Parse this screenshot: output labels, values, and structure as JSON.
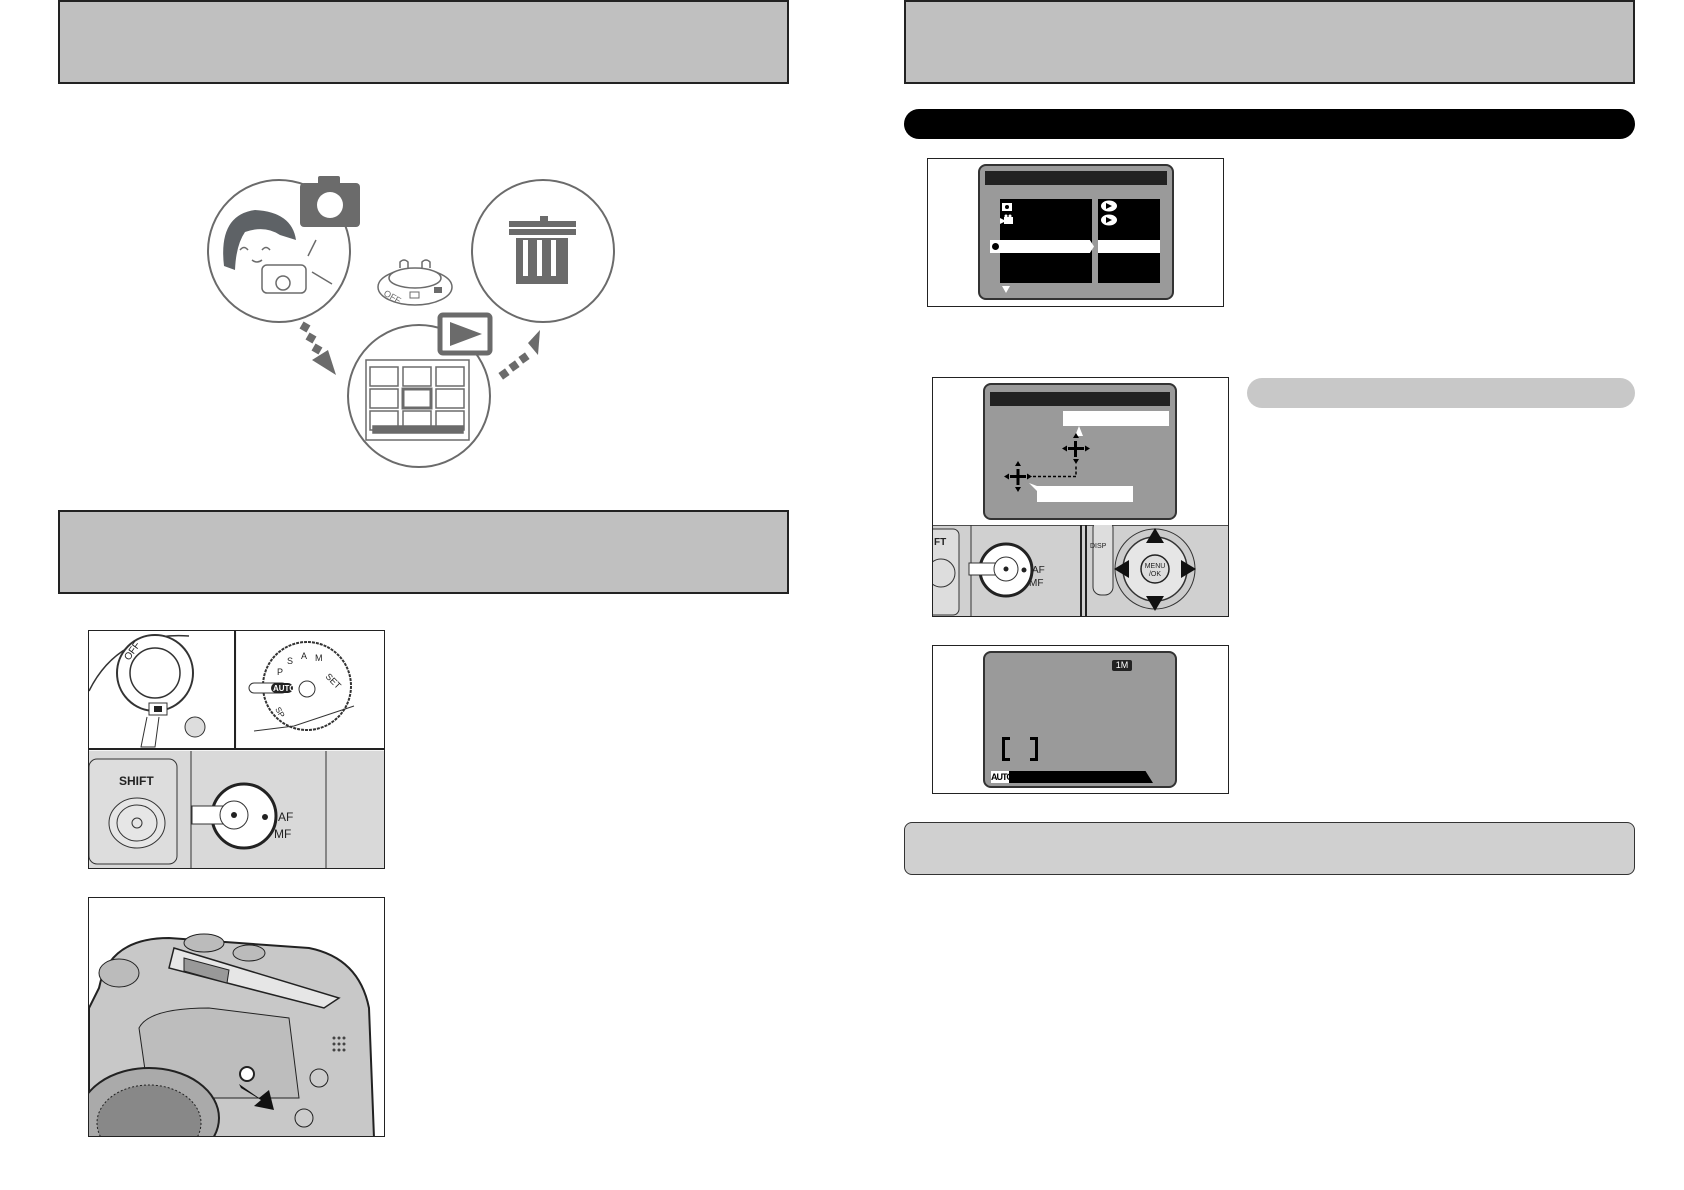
{
  "colors": {
    "header_bg": "#c0c0c0",
    "lcd_bg": "#9a9a9a",
    "illustration_gray": "#6b6b6b",
    "pill_black": "#000000",
    "pill_gray": "#c8c8c8",
    "note_bg": "#d0d0d0"
  },
  "diagram": {
    "icons": [
      "camera-icon",
      "trash-icon",
      "playback-icon",
      "mode-switch-icon"
    ],
    "switch_labels": {
      "off": "OFF"
    }
  },
  "photo_mode_dial": {
    "power_switch_label": "OFF",
    "dial_labels": {
      "auto": "AUTO",
      "set": "SET",
      "p": "P",
      "s": "S",
      "a": "A",
      "m": "M",
      "sp": "SP"
    },
    "shift_label": "SHIFT",
    "af_label": "AF",
    "mf_label": "MF"
  },
  "right_controls": {
    "shift_partial": "FT",
    "af_label": "AF",
    "mf_label": "MF",
    "disp_label": "DISP",
    "menu_ok_label": "MENU\n/OK",
    "menu_label": "MENU",
    "ok_label": "/OK"
  },
  "lcd_shooting": {
    "quality_badge": "1M",
    "mode_badge": "AUTO"
  }
}
